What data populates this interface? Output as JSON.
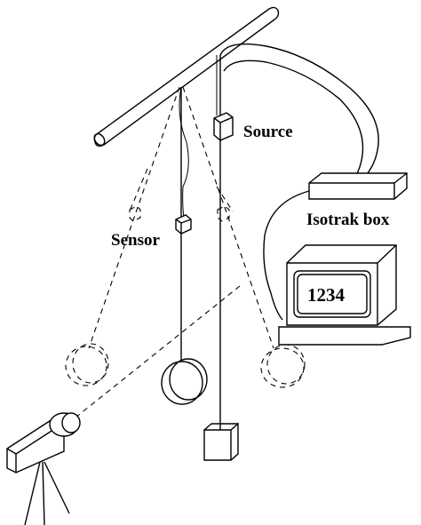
{
  "labels": {
    "source": "Source",
    "sensor": "Sensor",
    "isotrak_box": "Isotrak box",
    "display_value": "1234"
  }
}
